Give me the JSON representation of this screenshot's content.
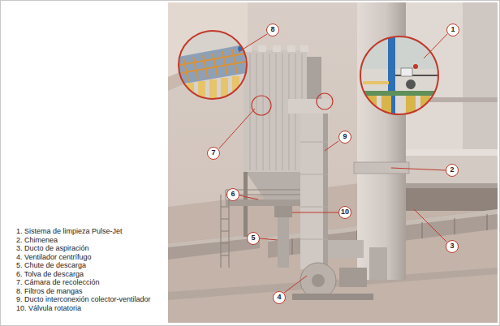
{
  "diagram": {
    "labels": [
      "1",
      "2",
      "3",
      "4",
      "5",
      "6",
      "7",
      "8",
      "9",
      "10"
    ],
    "legend": [
      {
        "text": "1. Sistema de limpieza Pulse-Jet"
      },
      {
        "text": "2. Chimenea"
      },
      {
        "text": "3. Ducto de aspiración"
      },
      {
        "text": "4. Ventilador centrífugo"
      },
      {
        "text": "5. Chute de descarga"
      },
      {
        "text": "6. Tolva de descarga"
      },
      {
        "text": "7. Cámara de recolección"
      },
      {
        "text": "8. Filtros de mangas"
      },
      {
        "text": "9. Ducto interconexión colector-ventilador"
      },
      {
        "text": "10. Válvula rotatoria"
      }
    ]
  }
}
